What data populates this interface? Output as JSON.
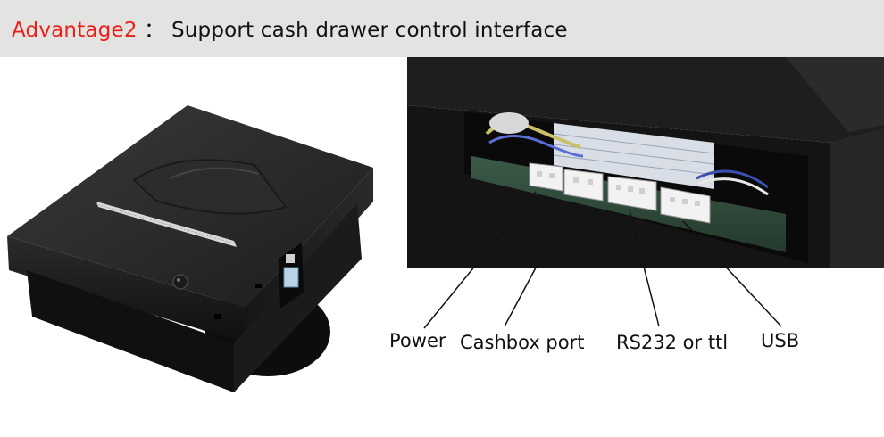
{
  "banner": {
    "prefix": "Advantage2",
    "separator": "：",
    "text": "Support cash drawer control interface",
    "prefix_color": "#e8211c",
    "background": "#e3e3e1"
  },
  "labels": {
    "power": "Power",
    "cashbox": "Cashbox port",
    "rs232": "RS232 or ttl",
    "usb": "USB"
  },
  "icons": {
    "printer": "panel-thermal-printer",
    "board": "connector-board"
  }
}
